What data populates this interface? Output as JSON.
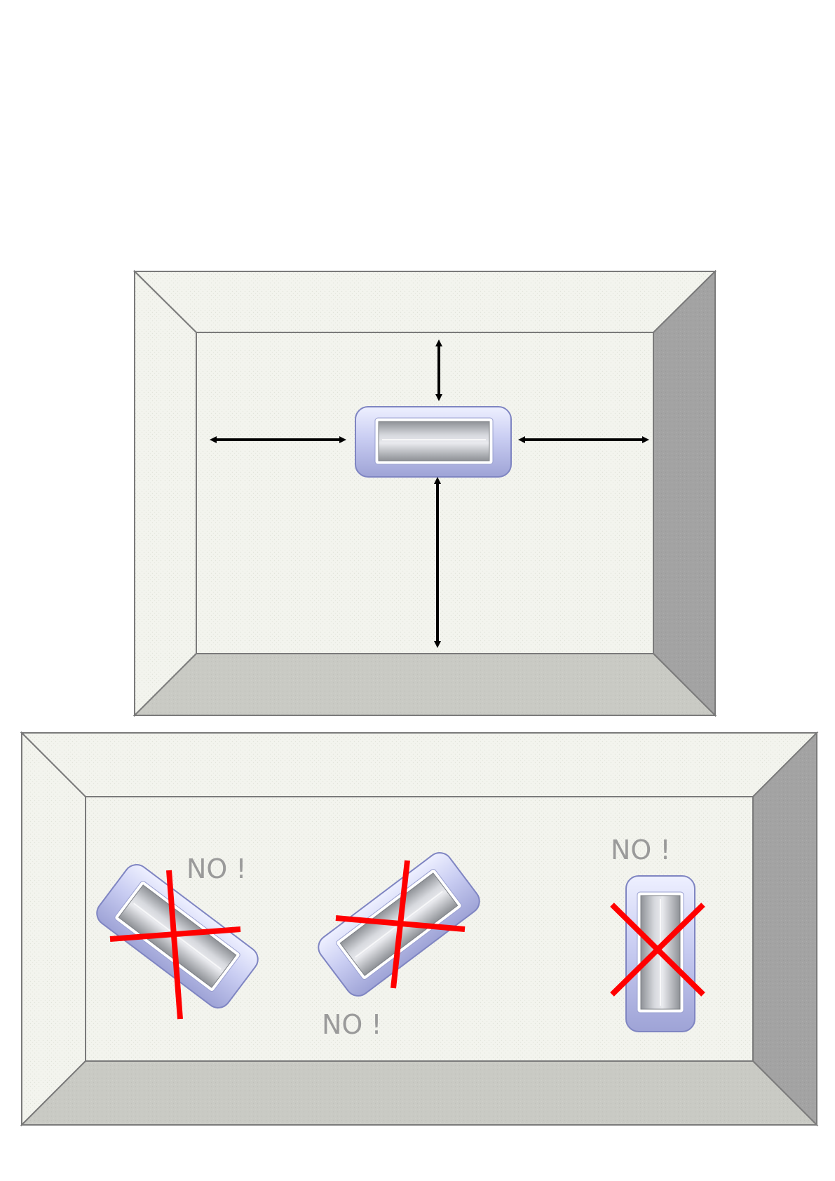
{
  "diagram": {
    "correct_placement": {
      "arrows": [
        "up",
        "down",
        "left",
        "right"
      ]
    },
    "incorrect_placements": [
      {
        "label": "NO !",
        "orientation": "tilted-clockwise",
        "mark": "red-cross"
      },
      {
        "label": "NO !",
        "orientation": "tilted-counterclockwise",
        "mark": "red-cross"
      },
      {
        "label": "NO !",
        "orientation": "vertical",
        "mark": "red-x"
      }
    ],
    "colors": {
      "frame_outline": "#7a7a7a",
      "floor": "#f3f4ee",
      "bevel_light": "#f0f1ea",
      "bevel_dark": "#a3a3a3",
      "bevel_bottom": "#c9cac4",
      "device_body": "#c9cdf2",
      "device_window": "#bfc2c8",
      "cross": "#ff0000",
      "arrow": "#000000"
    }
  }
}
